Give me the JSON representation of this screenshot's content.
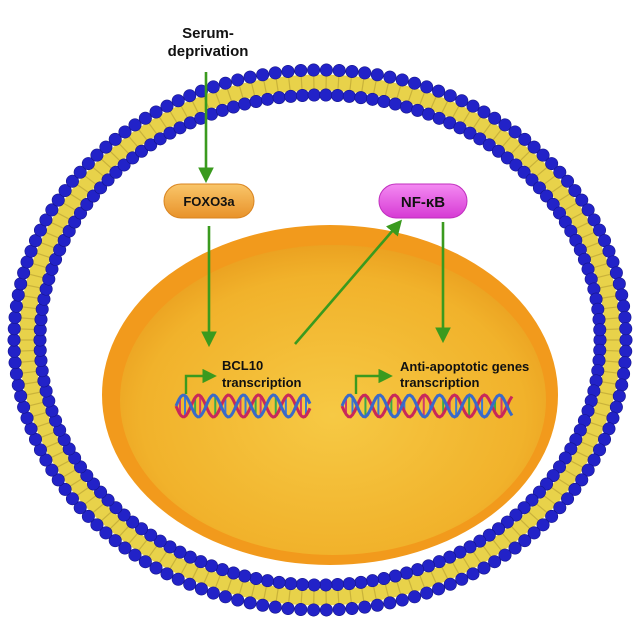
{
  "stimulus": {
    "line1": "Serum-",
    "line2": "deprivation"
  },
  "foxo3a": {
    "label": "FOXO3a",
    "color": "#f3a53a"
  },
  "nfkb": {
    "label": "NF-κB",
    "color": "#e84be6"
  },
  "bcl10": {
    "line1": "BCL10",
    "line2": "transcription"
  },
  "anti_apoptotic": {
    "line1": "Anti-apoptotic genes",
    "line2": "transcription"
  },
  "colors": {
    "membrane_head": "#2222c8",
    "membrane_tail": "#e8d24a",
    "nucleus_outer": "#f29a1c",
    "nucleus_inner": "#f2b629",
    "arrow": "#3a9a1e"
  }
}
